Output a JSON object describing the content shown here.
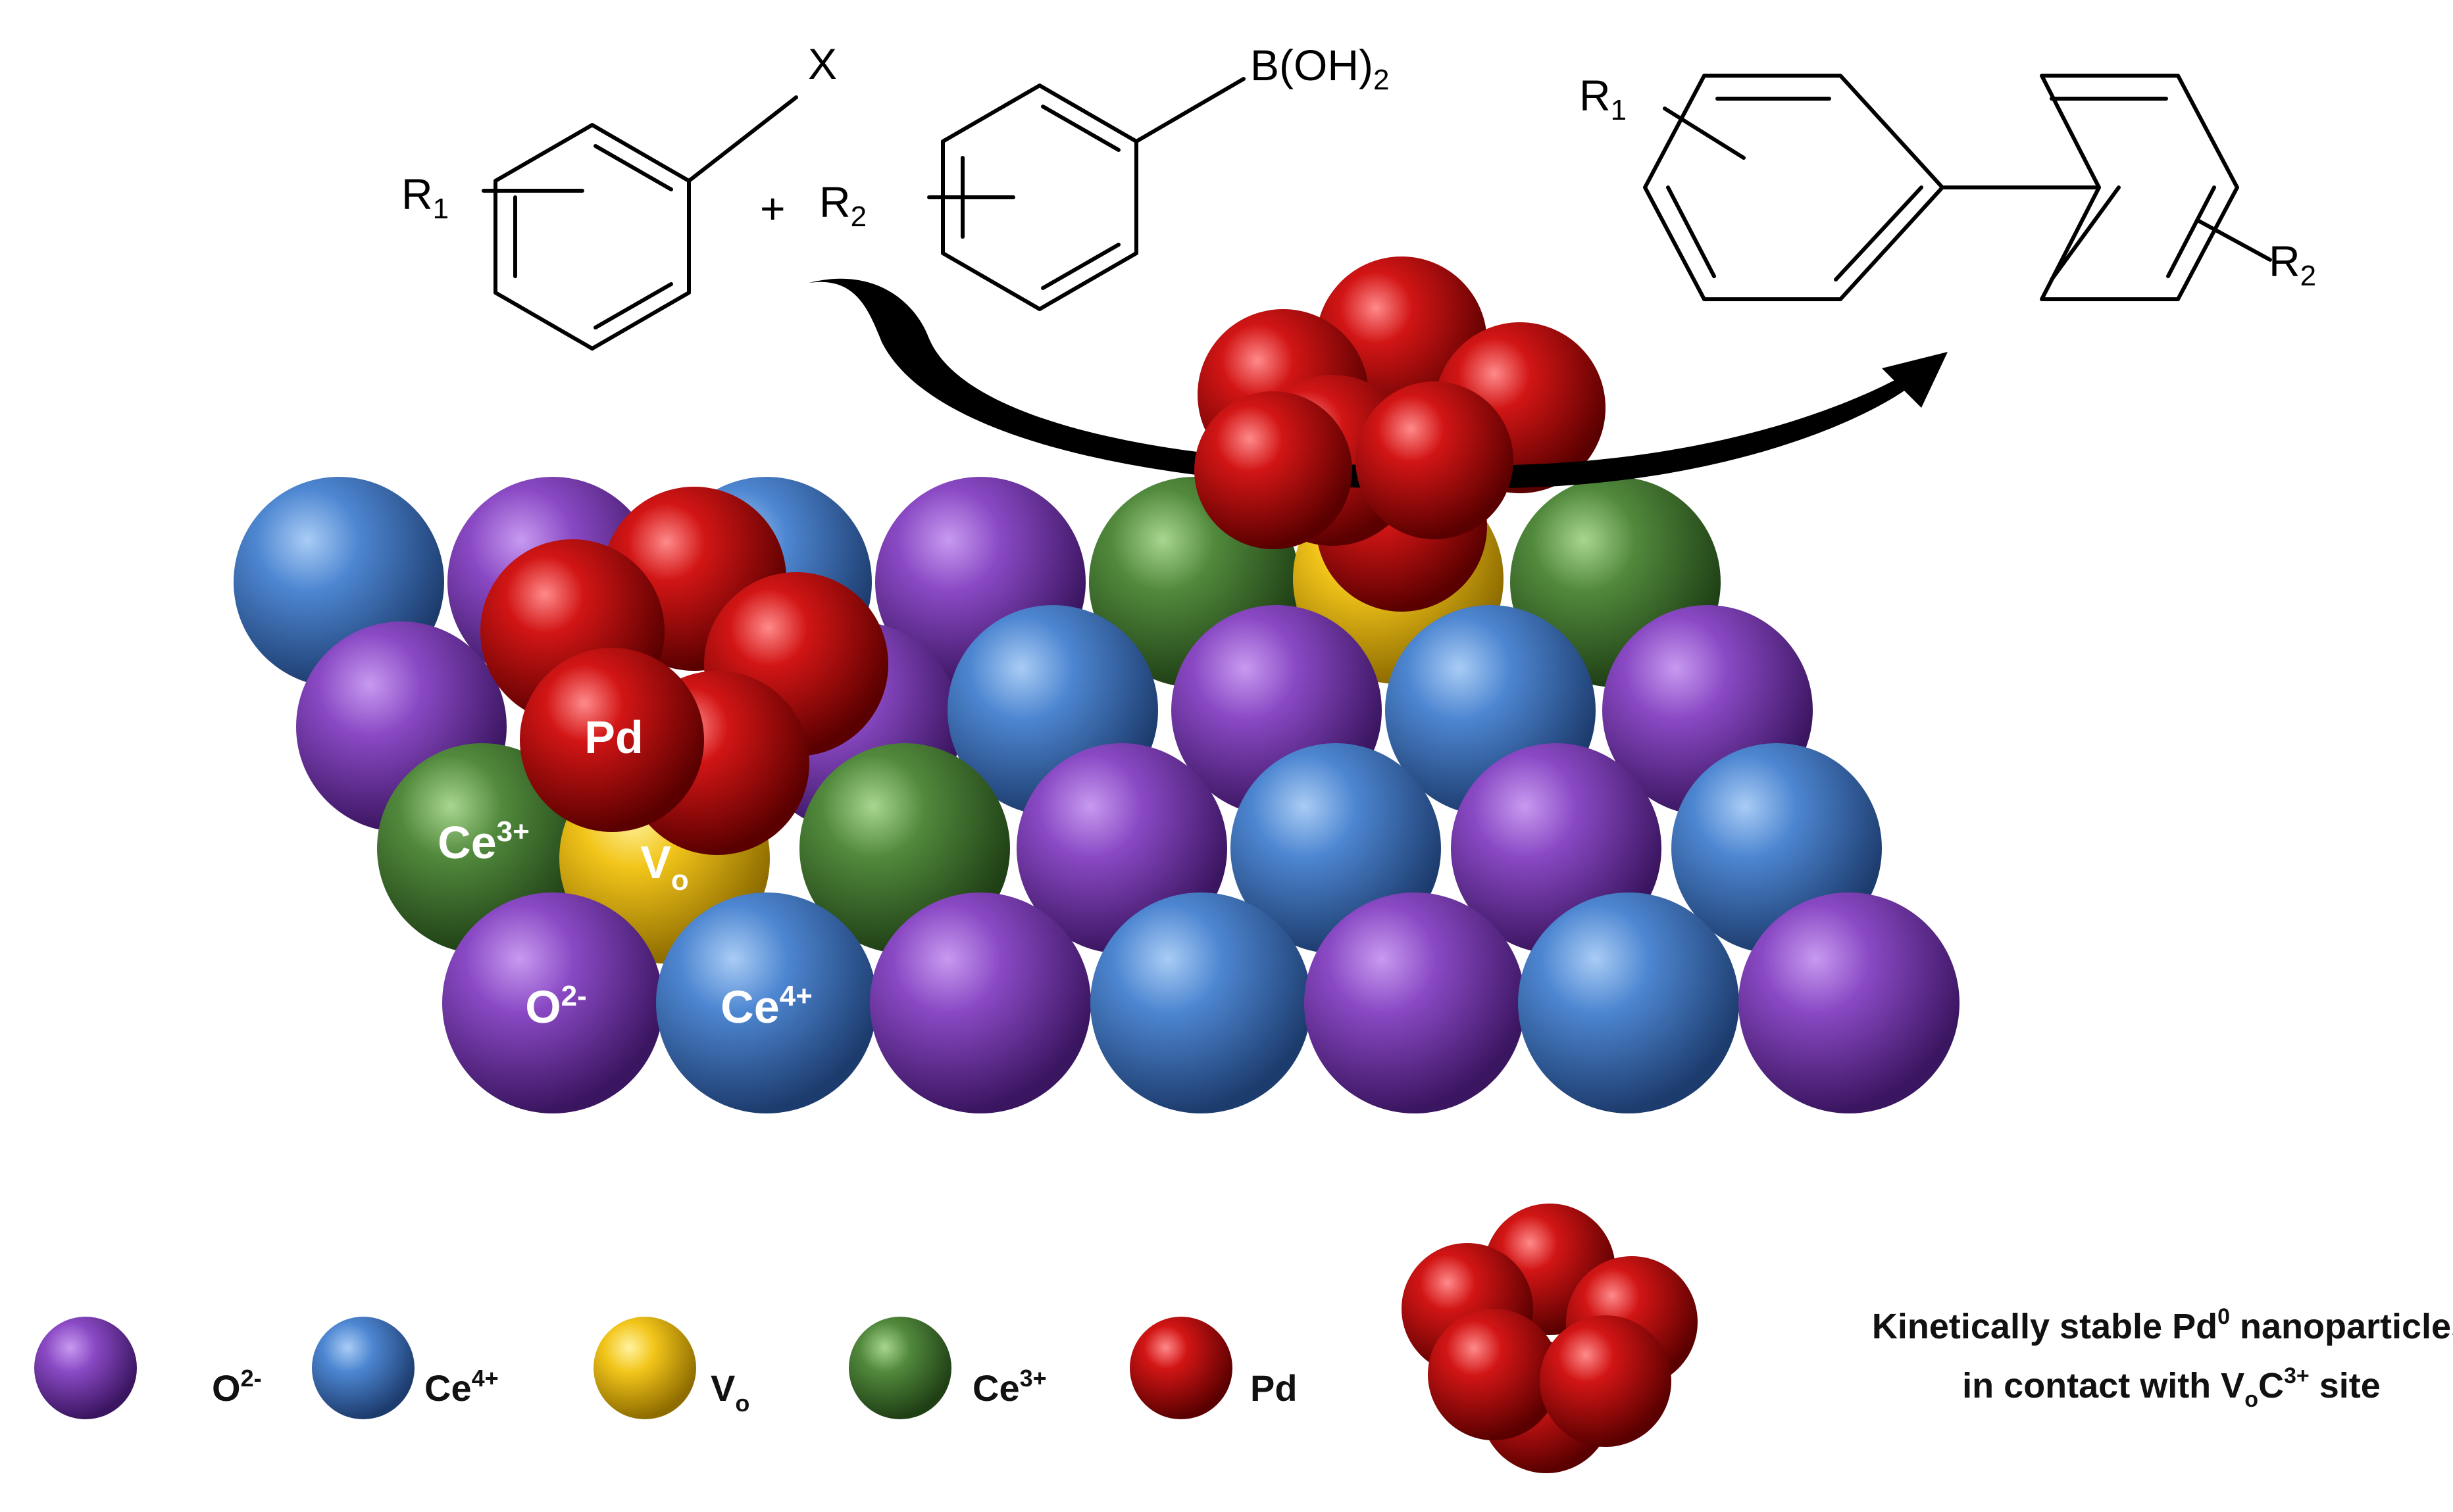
{
  "reactants": {
    "aryl_halide": {
      "substituent": "R",
      "substituent_index": "1",
      "leaving_group": "X"
    },
    "plus_sign": "+",
    "boronic_acid": {
      "substituent": "R",
      "substituent_index": "2",
      "group": "B(OH)",
      "group_index": "2"
    }
  },
  "product": {
    "substituent_left": "R",
    "substituent_left_index": "1",
    "substituent_right": "R",
    "substituent_right_index": "2"
  },
  "surface_labels": {
    "pd": "Pd",
    "ce3": {
      "base": "Ce",
      "sup": "3+"
    },
    "vo": {
      "base": "V",
      "sub": "o"
    },
    "o2": {
      "base": "O",
      "sup": "2-"
    },
    "ce4": {
      "base": "Ce",
      "sup": "4+"
    }
  },
  "legend": {
    "items": [
      {
        "base": "O",
        "sup": "2-",
        "sub": ""
      },
      {
        "base": "Ce",
        "sup": "4+",
        "sub": ""
      },
      {
        "base": "V",
        "sup": "",
        "sub": "o"
      },
      {
        "base": "Ce",
        "sup": "3+",
        "sub": ""
      },
      {
        "base": "Pd",
        "sup": "",
        "sub": ""
      }
    ],
    "caption": {
      "line1_a": "Kinetically stable Pd",
      "line1_sup": "0",
      "line1_b": " nanoparticles",
      "line2_a": "in contact with V",
      "line2_sub": "o",
      "line2_b": "C",
      "line2_sup": "3+",
      "line2_c": " site"
    }
  },
  "colors": {
    "oxide_purple": "#7b3fb0",
    "ce4_blue": "#4a7fc9",
    "vacancy_yellow": "#f0c419",
    "ce3_green": "#4f8a3c",
    "pd_red": "#c40d0d",
    "arrow": "#000000"
  }
}
